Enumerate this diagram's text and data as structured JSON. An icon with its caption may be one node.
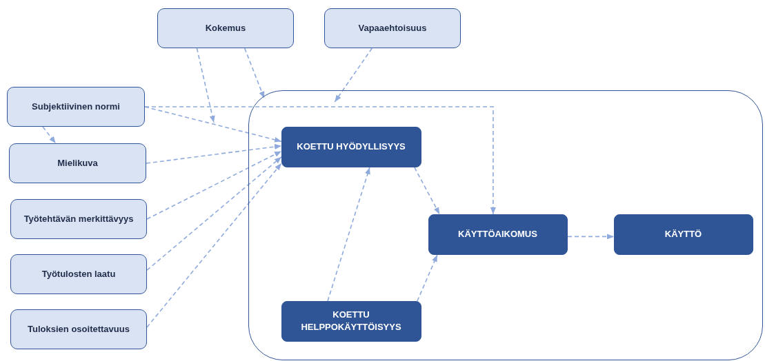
{
  "diagram": {
    "nodes": [
      {
        "text": [
          "Kokemus"
        ]
      },
      {
        "text": [
          "Vapaaehtoisuus"
        ]
      },
      {
        "text": [
          "Subjektiivinen normi"
        ]
      },
      {
        "text": [
          "Mielikuva"
        ]
      },
      {
        "text": [
          "Työtehtävän merkittävyys"
        ]
      },
      {
        "text": [
          "Työtulosten laatu"
        ]
      },
      {
        "text": [
          "Tuloksien osoitettavuus"
        ]
      },
      {
        "text": [],
        "shape": "box"
      },
      {
        "text": [
          "KOETTU HYÖDYLLISYYS"
        ],
        "in": 7
      },
      {
        "text": [
          "KÄYTTÖAIKOMUS"
        ],
        "in": 7
      },
      {
        "text": [
          "KÄYTTÖ"
        ],
        "in": 7
      },
      {
        "text": [
          "KOETTU HELPPOKÄYTTÖISYYS"
        ],
        "in": 7
      }
    ],
    "edges": [
      {
        "from": 0,
        "to": null,
        "arrow": "to",
        "style": "dashed"
      },
      {
        "from": 0,
        "to": 7,
        "arrow": "to",
        "style": "dashed"
      },
      {
        "from": 1,
        "to": 7,
        "arrow": "to",
        "style": "dashed"
      },
      {
        "from": 2,
        "to": 3,
        "arrow": "to",
        "style": "dashed"
      },
      {
        "from": 2,
        "to": 8,
        "arrow": "to",
        "style": "dashed"
      },
      {
        "from": 2,
        "to": 9,
        "arrow": "to",
        "style": "dashed"
      },
      {
        "from": 3,
        "to": 8,
        "arrow": "to",
        "style": "dashed"
      },
      {
        "from": 4,
        "to": 8,
        "arrow": "to",
        "style": "dashed"
      },
      {
        "from": 5,
        "to": 8,
        "arrow": "to",
        "style": "dashed"
      },
      {
        "from": 6,
        "to": 8,
        "arrow": "to",
        "style": "dashed"
      },
      {
        "from": 11,
        "to": 8,
        "arrow": "to",
        "style": "dashed"
      },
      {
        "from": 8,
        "to": 9,
        "arrow": "to",
        "style": "dashed"
      },
      {
        "from": 11,
        "to": 9,
        "arrow": "to",
        "style": "dashed"
      },
      {
        "from": 9,
        "to": 10,
        "arrow": "to",
        "style": "dashed"
      }
    ]
  }
}
